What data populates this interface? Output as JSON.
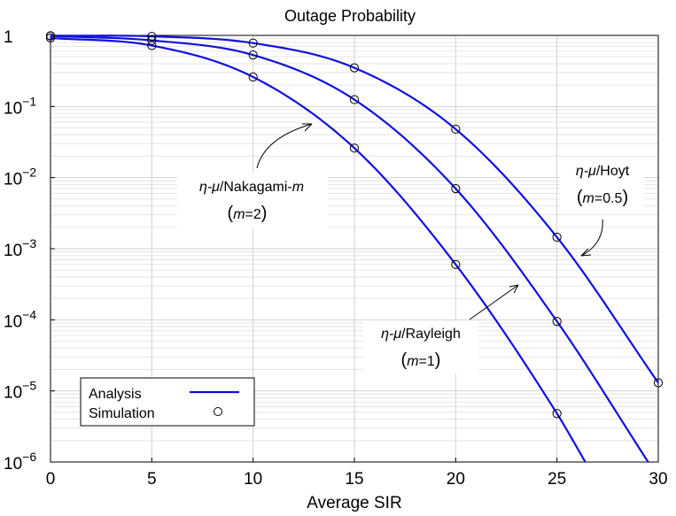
{
  "chart_data": {
    "type": "line",
    "title": "Outage Probability",
    "xlabel": "Average SIR",
    "ylabel": "",
    "xlim": [
      0,
      30
    ],
    "ylim": [
      1e-06,
      1
    ],
    "y_scale": "log",
    "grid": true,
    "x_ticks": [
      "0",
      "5",
      "10",
      "15",
      "20",
      "25",
      "30"
    ],
    "y_tick_labels": [
      {
        "base": "1",
        "exp": ""
      },
      {
        "base": "10",
        "exp": "−1"
      },
      {
        "base": "10",
        "exp": "−2"
      },
      {
        "base": "10",
        "exp": "−3"
      },
      {
        "base": "10",
        "exp": "−4"
      },
      {
        "base": "10",
        "exp": "−5"
      },
      {
        "base": "10",
        "exp": "−6"
      }
    ],
    "line_color": "#1010e0",
    "series": [
      {
        "name": "η-μ/Hoyt",
        "x": [
          0,
          5,
          10,
          15,
          20,
          25,
          30
        ],
        "analysis": [
          0.99,
          0.97,
          0.78,
          0.35,
          0.048,
          0.00145,
          1.3e-05
        ],
        "simulation": [
          0.99,
          0.97,
          0.78,
          0.35,
          0.048,
          0.00145,
          1.3e-05
        ]
      },
      {
        "name": "η-μ/Rayleigh",
        "x": [
          0,
          5,
          10,
          15,
          20,
          25,
          29.5
        ],
        "analysis": [
          0.98,
          0.85,
          0.53,
          0.125,
          0.007,
          9.5e-05,
          1e-06
        ],
        "simulation": [
          0.98,
          0.85,
          0.53,
          0.125,
          0.007,
          9.5e-05,
          null
        ]
      },
      {
        "name": "η-μ/Nakagami-m",
        "x": [
          0,
          5,
          10,
          15,
          20,
          25,
          26.4
        ],
        "analysis": [
          0.92,
          0.72,
          0.26,
          0.026,
          0.0006,
          4.8e-06,
          1e-06
        ],
        "simulation": [
          0.92,
          0.72,
          0.26,
          0.026,
          0.0006,
          4.8e-06,
          null
        ]
      }
    ],
    "annotations": [
      {
        "id": "hoyt",
        "line1_sym": "η-μ",
        "line1_text": "/Hoyt",
        "line2_sym": "m",
        "line2_text": "=0.5"
      },
      {
        "id": "nakagami",
        "line1_sym": "η-μ",
        "line1_text": "/Nakagami-",
        "line1_tail": "m",
        "line2_sym": "m",
        "line2_text": "=2"
      },
      {
        "id": "rayleigh",
        "line1_sym": "η-μ",
        "line1_text": "/Rayleigh",
        "line2_sym": "m",
        "line2_text": "=1"
      }
    ],
    "legend": {
      "position": "bottom-left",
      "analysis_label": "Analysis",
      "simulation_label": "Simulation"
    }
  }
}
